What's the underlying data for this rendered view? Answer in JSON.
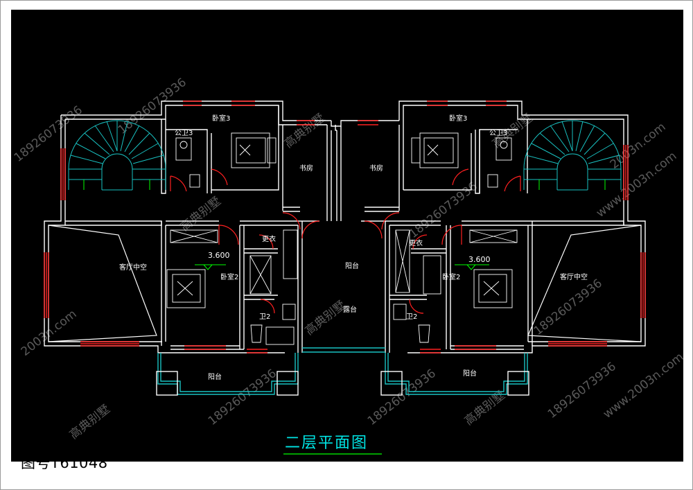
{
  "drawing": {
    "title": "二层平面图",
    "drawing_number": "图号T61048",
    "colors": {
      "background": "#000000",
      "wall": "#ffffff",
      "window": "#ff2020",
      "door": "#ff2020",
      "stair": "#19c2c2",
      "title": "#00e5e5",
      "watermark": "#5a5a5a"
    },
    "level_marks": [
      "3.600",
      "3.600"
    ],
    "room_labels": {
      "bedroom3_left": "卧室3",
      "bath3_left": "公卫3",
      "study_left": "书房",
      "study_right": "书房",
      "bedroom3_right": "卧室3",
      "bath3_right": "公卫3",
      "living_void_left": "客厅中空",
      "bedroom2_left": "卧室2",
      "closet_left": "更衣",
      "wc2_left": "卫2",
      "balcony_mid": "阳台",
      "terrace_mid": "露台",
      "closet_right": "更衣",
      "wc2_right": "卫2",
      "bedroom2_right": "卧室2",
      "living_void_right": "客厅中空",
      "balcony_left": "阳台",
      "balcony_right": "阳台"
    },
    "watermarks": [
      "18926073936",
      "2003n.com",
      "高典别墅",
      "www.2003n.com"
    ]
  }
}
